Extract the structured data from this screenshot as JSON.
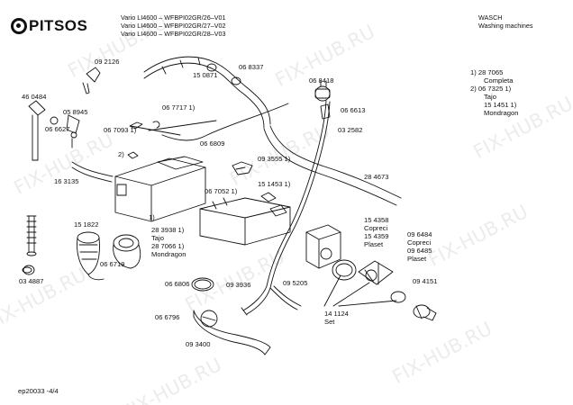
{
  "header": {
    "brand": "PITSOS",
    "models": [
      "Vario LI4600 – WFBPI02GR/26–V01",
      "Vario LI4600 – WFBPI02GR/27–V02",
      "Vario LI4600 – WFBPI02GR/28–V03"
    ],
    "category_title": "WASCH",
    "category_subtitle": "Washing machines"
  },
  "legend": {
    "lines": [
      "1) 28 7065",
      "Completa",
      "2) 06 7325 1)",
      "Tajo",
      "15 1451 1)",
      "Mondragon"
    ]
  },
  "part_labels": {
    "p092126": "09 2126",
    "p460484": "46 0484",
    "p150871": "15 0871",
    "p068337": "06 8337",
    "p058945": "05 8945",
    "p066627": "06 6627",
    "p067717": "06 7717 1)",
    "p067093": "06 7093 1)",
    "p068418": "06 8418",
    "p066613": "06 6613",
    "p032582": "03 2582",
    "p2": "2)",
    "p066809": "06 6809",
    "p093555": "09 3555 1)",
    "p163135": "16 3135",
    "p284673": "28 4673",
    "p151453": "15 1453 1)",
    "p067052": "06 7052 1)",
    "p1": "1)",
    "p151822": "15 1822",
    "p283938": "28 3938 1)",
    "p283938_tajo": "Tajo",
    "p287066": "28 7066 1)",
    "p287066_mondragon": "Mondragon",
    "p154358": "15 4358",
    "p154358_copreci": "Copreci",
    "p154359": "15 4359",
    "p154359_plaset": "Plaset",
    "p096484": "09 6484",
    "p096484_copreci": "Copreci",
    "p096485": "09 6485",
    "p096485_plaset": "Plaset",
    "p066719": "06 6719",
    "p034887": "03 4887",
    "p068806": "06 6806",
    "p093936": "09 3936",
    "p095205": "09 5205",
    "p094151": "09 4151",
    "p141124": "14 1124",
    "p141124_set": "Set",
    "p066796": "06 6796",
    "p093400": "09 3400"
  },
  "footer": {
    "page_ref": "ep20033 -4/4"
  },
  "watermark": {
    "text": "FIX-HUB.RU"
  },
  "colors": {
    "line": "#111111",
    "watermark": "#c8c8c8"
  }
}
